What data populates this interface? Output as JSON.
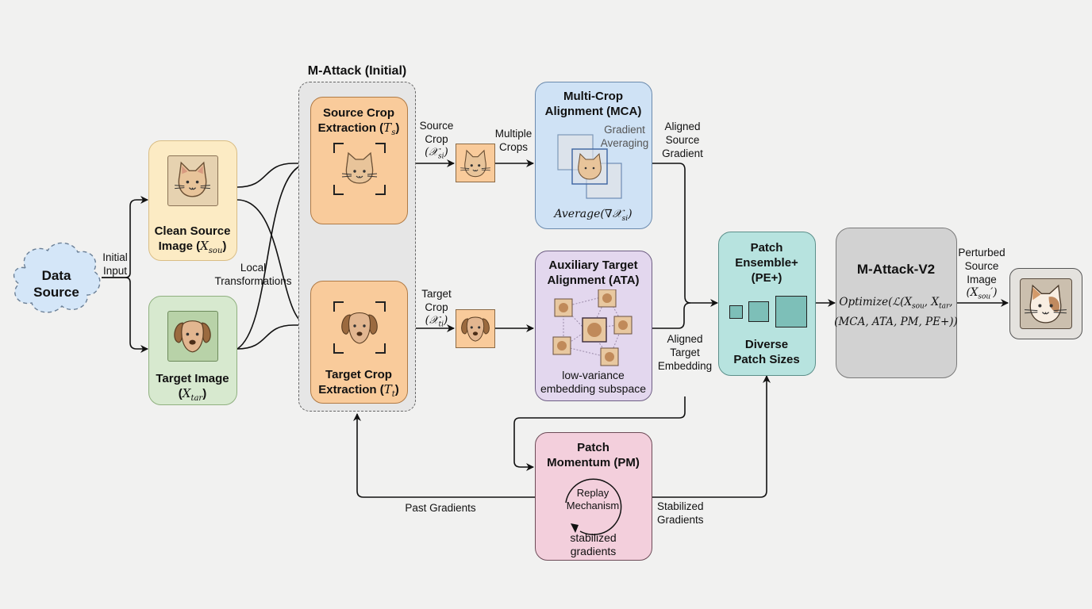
{
  "data_source": {
    "label_line1": "Data",
    "label_line2": "Source"
  },
  "initial_input": {
    "line1": "Initial",
    "line2": "Input"
  },
  "clean_source": {
    "title_line1": "Clean Source",
    "title_line2_prefix": "Image (",
    "symbol": "X",
    "sub": "sou",
    "suffix": ")"
  },
  "target_image": {
    "title_line1": "Target Image",
    "symbol_prefix": "(",
    "symbol": "X",
    "sub": "tar",
    "suffix": ")"
  },
  "local_transformations": {
    "line1": "Local",
    "line2": "Transformations"
  },
  "m_attack_initial": {
    "title": "M-Attack (Initial)"
  },
  "source_crop_extraction": {
    "title_line1": "Source Crop",
    "title_line2": "Extraction (",
    "symbol": "T",
    "sub": "s",
    "suffix": ")"
  },
  "target_crop_extraction": {
    "title_line1": "Target Crop",
    "title_line2": "Extraction (",
    "symbol": "T",
    "sub": "t",
    "suffix": ")"
  },
  "source_crop_label": {
    "line1": "Source",
    "line2": "Crop",
    "symbol": "(𝒳",
    "sub": "si",
    "suffix": ")"
  },
  "target_crop_label": {
    "line1": "Target",
    "line2": "Crop",
    "symbol": "(𝒳",
    "sub": "ti",
    "suffix": ")"
  },
  "multiple_crops": {
    "line1": "Multiple",
    "line2": "Crops"
  },
  "mca": {
    "title_line1": "Multi-Crop",
    "title_line2": "Alignment (MCA)",
    "note_line1": "Gradient",
    "note_line2": "Averaging",
    "formula_prefix": "Average(∇𝒳",
    "formula_sub": "si",
    "formula_suffix": ")"
  },
  "aligned_source_gradient": {
    "line1": "Aligned",
    "line2": "Source",
    "line3": "Gradient"
  },
  "ata": {
    "title_line1": "Auxiliary Target",
    "title_line2": "Alignment (ATA)",
    "caption_line1": "low-variance",
    "caption_line2": "embedding subspace"
  },
  "aligned_target_embedding": {
    "line1": "Aligned",
    "line2": "Target",
    "line3": "Embedding"
  },
  "pe_plus": {
    "title_line1": "Patch",
    "title_line2": "Ensemble+",
    "title_line3": "(PE+)",
    "caption_line1": "Diverse",
    "caption_line2": "Patch Sizes"
  },
  "m_attack_v2": {
    "title": "M-Attack-V2",
    "formula_line1": "Optimize(ℒ(X",
    "f_sub1": "sou",
    "f_mid": ", X",
    "f_sub2": "tar",
    "f_end": ",",
    "formula_line2": "(MCA, ATA, PM, PE+))"
  },
  "perturbed": {
    "line1": "Perturbed",
    "line2": "Source",
    "line3": "Image",
    "symbol": "(X",
    "sub": "sou",
    "suffix": "′)"
  },
  "pm": {
    "title_line1": "Patch",
    "title_line2": "Momentum (PM)",
    "inner_line1": "Replay",
    "inner_line2": "Mechanism",
    "caption_line1": "stabilized",
    "caption_line2": "gradients"
  },
  "past_gradients": {
    "label": "Past Gradients"
  },
  "stabilized_gradients": {
    "line1": "Stabilized",
    "line2": "Gradients"
  },
  "colors": {
    "clean_source_fill": "#fcebc4",
    "target_image_fill": "#d7e9cf",
    "crop_fill": "#f9cb9b",
    "mca_fill": "#cfe2f5",
    "ata_fill": "#e3d7ee",
    "pe_fill": "#b7e3df",
    "v2_fill": "#d2d2d2",
    "pm_fill": "#f3cfdc",
    "cloud_fill": "#d4e6f8"
  }
}
